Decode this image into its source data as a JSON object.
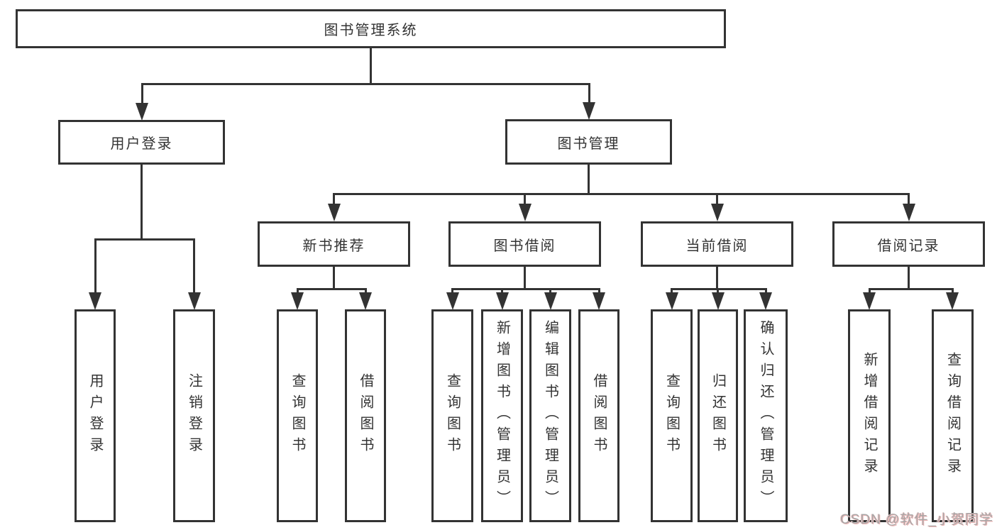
{
  "diagram": {
    "root": {
      "label": "图书管理系统"
    },
    "level1": [
      {
        "label": "用户登录"
      },
      {
        "label": "图书管理"
      }
    ],
    "level2": [
      {
        "label": "新书推荐"
      },
      {
        "label": "图书借阅"
      },
      {
        "label": "当前借阅"
      },
      {
        "label": "借阅记录"
      }
    ],
    "leaves": [
      {
        "label": "用户登录"
      },
      {
        "label": "注销登录"
      },
      {
        "label": "查询图书"
      },
      {
        "label": "借阅图书"
      },
      {
        "label": "查询图书"
      },
      {
        "label": "新增图书（管理员）"
      },
      {
        "label": "编辑图书（管理员）"
      },
      {
        "label": "借阅图书"
      },
      {
        "label": "查询图书"
      },
      {
        "label": "归还图书"
      },
      {
        "label": "确认归还（管理员）"
      },
      {
        "label": "新增借阅记录"
      },
      {
        "label": "查询借阅记录"
      }
    ]
  },
  "watermark": {
    "text": "CSDN @软件_小贺同学"
  },
  "colors": {
    "line": "#333333",
    "box_background": "#ffffff",
    "watermark_gray": "#a6a6a6",
    "watermark_pink": "#efb6b6"
  }
}
